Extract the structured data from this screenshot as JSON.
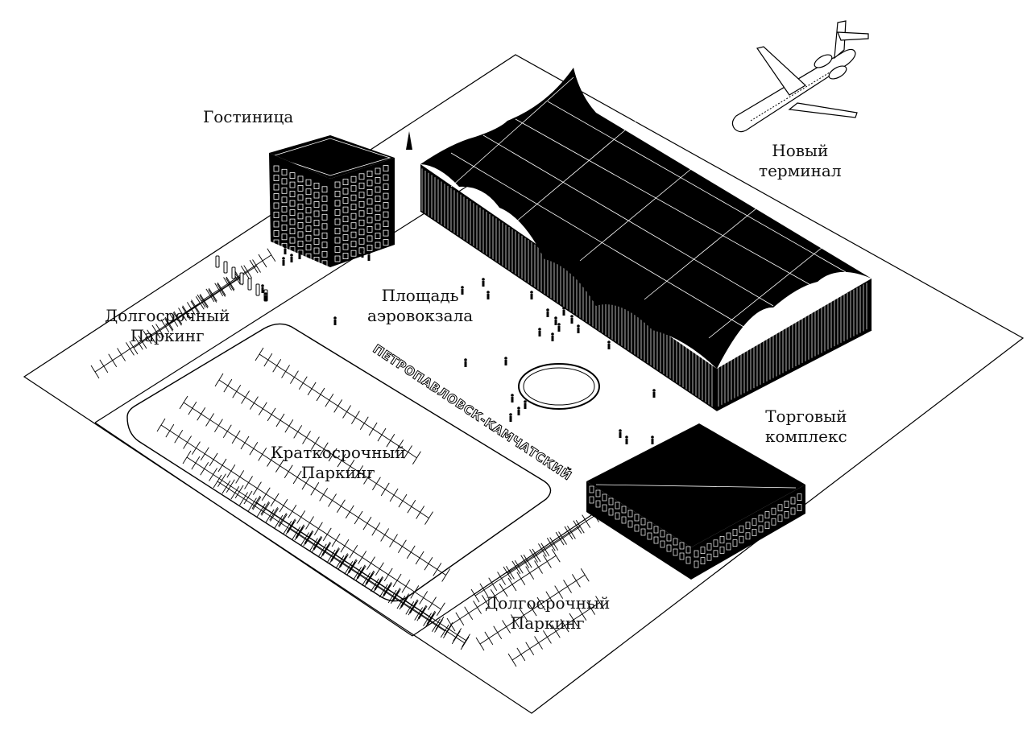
{
  "labels": {
    "hotel": "Гостиница",
    "terminal_l1": "Новый",
    "terminal_l2": "терминал",
    "plaza_l1": "Площадь",
    "plaza_l2": "аэровокзала",
    "long_parking_nw_l1": "Долгосрочный",
    "long_parking_nw_l2": "Паркинг",
    "short_parking_l1": "Краткосрочный",
    "short_parking_l2": "Паркинг",
    "mall_l1": "Торговый",
    "mall_l2": "комплекс",
    "long_parking_s_l1": "Долгосрочный",
    "long_parking_s_l2": "Паркинг",
    "city_sign": "ПЕТРОПАВЛОВСК-КАМЧАТСКИЙ"
  },
  "colors": {
    "ink": "#000000",
    "paper": "#ffffff",
    "text": "#111111"
  },
  "icons": {
    "airplane": "airplane-icon",
    "north_arrow": "north-arrow-icon",
    "person": "person-icon"
  }
}
